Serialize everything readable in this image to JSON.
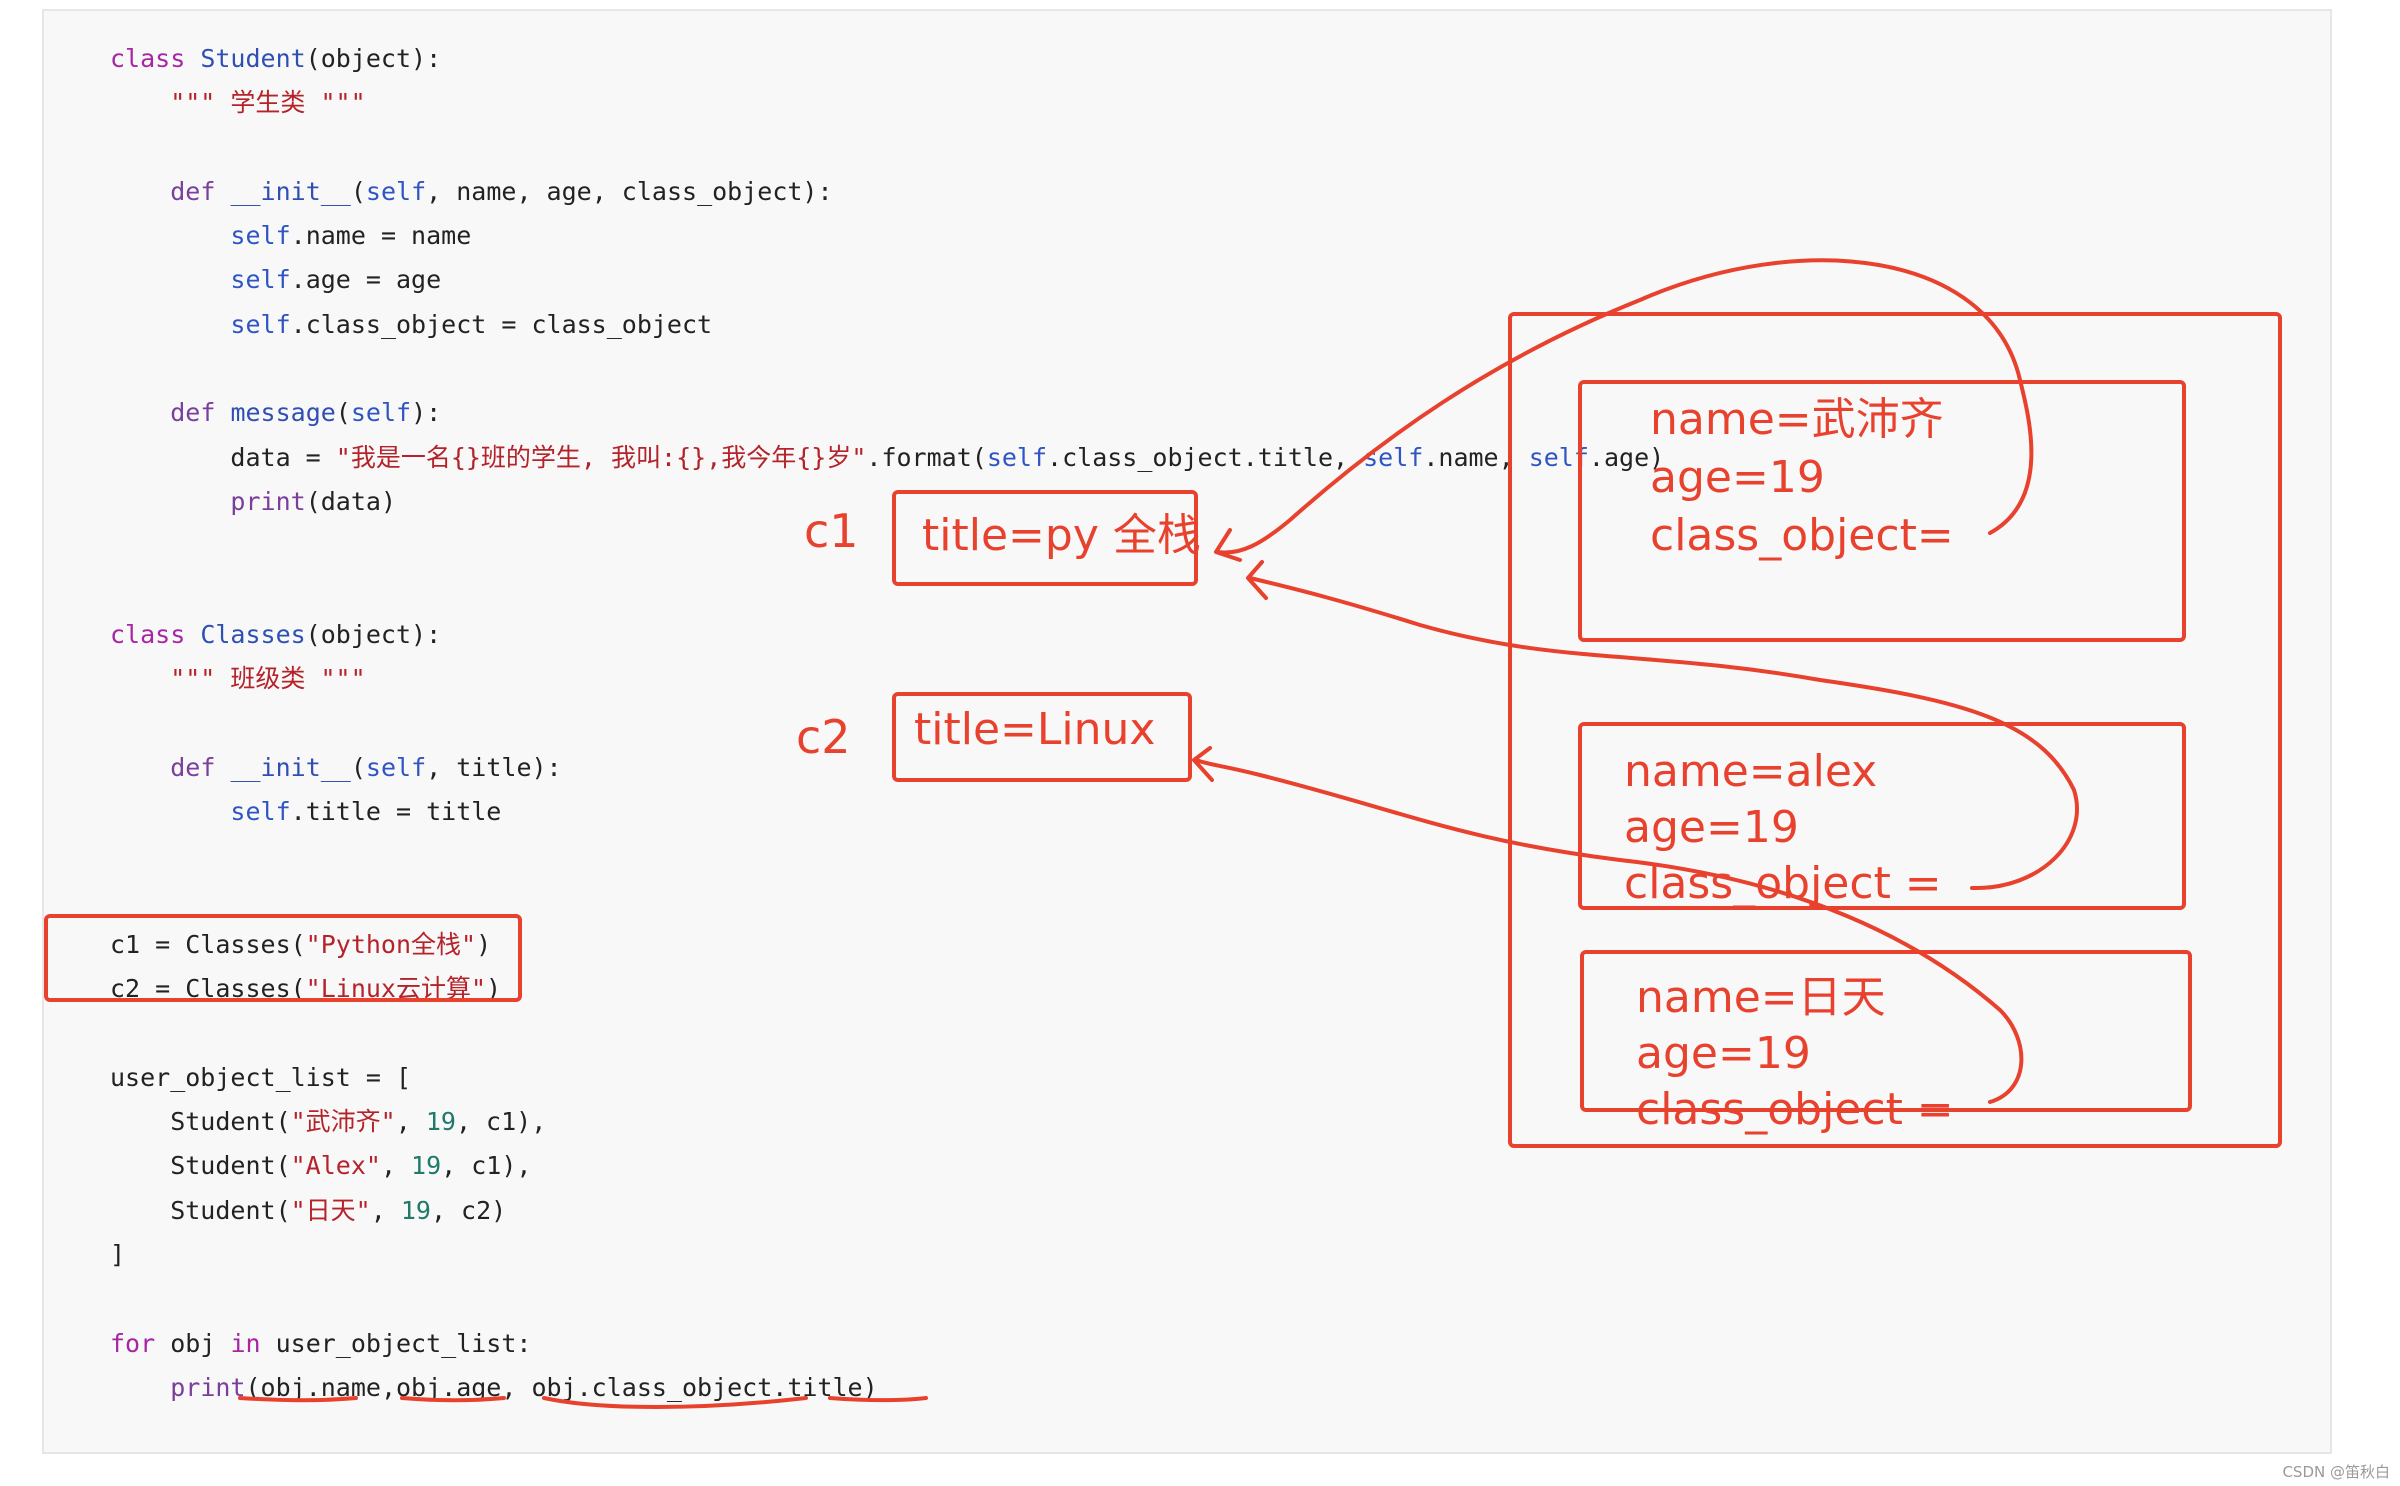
{
  "code_lines": [
    [
      {
        "t": "class ",
        "c": "kw"
      },
      {
        "t": "Student",
        "c": "cls"
      },
      {
        "t": "(object):",
        "c": "plain"
      }
    ],
    [
      {
        "t": "    \"\"\" 学生类 \"\"\"",
        "c": "str"
      }
    ],
    [],
    [
      {
        "t": "    ",
        "c": "plain"
      },
      {
        "t": "def ",
        "c": "def"
      },
      {
        "t": "__init__",
        "c": "fn"
      },
      {
        "t": "(",
        "c": "plain"
      },
      {
        "t": "self",
        "c": "self"
      },
      {
        "t": ", name, age, class_object):",
        "c": "plain"
      }
    ],
    [
      {
        "t": "        ",
        "c": "plain"
      },
      {
        "t": "self",
        "c": "self"
      },
      {
        "t": ".name = name",
        "c": "plain"
      }
    ],
    [
      {
        "t": "        ",
        "c": "plain"
      },
      {
        "t": "self",
        "c": "self"
      },
      {
        "t": ".age = age",
        "c": "plain"
      }
    ],
    [
      {
        "t": "        ",
        "c": "plain"
      },
      {
        "t": "self",
        "c": "self"
      },
      {
        "t": ".class_object = class_object",
        "c": "plain"
      }
    ],
    [],
    [
      {
        "t": "    ",
        "c": "plain"
      },
      {
        "t": "def ",
        "c": "def"
      },
      {
        "t": "message",
        "c": "fn"
      },
      {
        "t": "(",
        "c": "plain"
      },
      {
        "t": "self",
        "c": "self"
      },
      {
        "t": "):",
        "c": "plain"
      }
    ],
    [
      {
        "t": "        data = ",
        "c": "plain"
      },
      {
        "t": "\"我是一名{}班的学生, 我叫:{},我今年{}岁\"",
        "c": "str"
      },
      {
        "t": ".format(",
        "c": "plain"
      },
      {
        "t": "self",
        "c": "self"
      },
      {
        "t": ".class_object.title, ",
        "c": "plain"
      },
      {
        "t": "self",
        "c": "self"
      },
      {
        "t": ".name, ",
        "c": "plain"
      },
      {
        "t": "self",
        "c": "self"
      },
      {
        "t": ".age)",
        "c": "plain"
      }
    ],
    [
      {
        "t": "        ",
        "c": "plain"
      },
      {
        "t": "print",
        "c": "def"
      },
      {
        "t": "(data)",
        "c": "plain"
      }
    ],
    [],
    [],
    [
      {
        "t": "class ",
        "c": "kw"
      },
      {
        "t": "Classes",
        "c": "cls"
      },
      {
        "t": "(object):",
        "c": "plain"
      }
    ],
    [
      {
        "t": "    \"\"\" 班级类 \"\"\"",
        "c": "str"
      }
    ],
    [],
    [
      {
        "t": "    ",
        "c": "plain"
      },
      {
        "t": "def ",
        "c": "def"
      },
      {
        "t": "__init__",
        "c": "fn"
      },
      {
        "t": "(",
        "c": "plain"
      },
      {
        "t": "self",
        "c": "self"
      },
      {
        "t": ", title):",
        "c": "plain"
      }
    ],
    [
      {
        "t": "        ",
        "c": "plain"
      },
      {
        "t": "self",
        "c": "self"
      },
      {
        "t": ".title = title",
        "c": "plain"
      }
    ],
    [],
    [],
    [
      {
        "t": "c1 = Classes(",
        "c": "plain"
      },
      {
        "t": "\"Python全栈\"",
        "c": "str"
      },
      {
        "t": ")",
        "c": "plain"
      }
    ],
    [
      {
        "t": "c2 = Classes(",
        "c": "plain"
      },
      {
        "t": "\"Linux云计算\"",
        "c": "str"
      },
      {
        "t": ")",
        "c": "plain"
      }
    ],
    [],
    [
      {
        "t": "user_object_list = [",
        "c": "plain"
      }
    ],
    [
      {
        "t": "    Student(",
        "c": "plain"
      },
      {
        "t": "\"武沛齐\"",
        "c": "str"
      },
      {
        "t": ", ",
        "c": "plain"
      },
      {
        "t": "19",
        "c": "num"
      },
      {
        "t": ", c1),",
        "c": "plain"
      }
    ],
    [
      {
        "t": "    Student(",
        "c": "plain"
      },
      {
        "t": "\"Alex\"",
        "c": "str"
      },
      {
        "t": ", ",
        "c": "plain"
      },
      {
        "t": "19",
        "c": "num"
      },
      {
        "t": ", c1),",
        "c": "plain"
      }
    ],
    [
      {
        "t": "    Student(",
        "c": "plain"
      },
      {
        "t": "\"日天\"",
        "c": "str"
      },
      {
        "t": ", ",
        "c": "plain"
      },
      {
        "t": "19",
        "c": "num"
      },
      {
        "t": ", c2)",
        "c": "plain"
      }
    ],
    [
      {
        "t": "]",
        "c": "plain"
      }
    ],
    [],
    [
      {
        "t": "for ",
        "c": "kw"
      },
      {
        "t": "obj ",
        "c": "plain"
      },
      {
        "t": "in ",
        "c": "kw"
      },
      {
        "t": "user_object_list:",
        "c": "plain"
      }
    ],
    [
      {
        "t": "    ",
        "c": "plain"
      },
      {
        "t": "print",
        "c": "def"
      },
      {
        "t": "(obj.name,obj.age, obj.class_object.title)",
        "c": "plain"
      }
    ]
  ],
  "annotations": {
    "c1_label": "c1",
    "c2_label": "c2",
    "c1_object": "title=py 全栈",
    "c2_object": "title=Linux",
    "student1": {
      "name": "name=武沛齐",
      "age": "age=19",
      "class_object": "class_object="
    },
    "student2": {
      "name": "name=alex",
      "age": "age=19",
      "class_object": "class_object ="
    },
    "student3": {
      "name": "name=日天",
      "age": "age=19",
      "class_object": "class_object ="
    }
  },
  "watermark": "CSDN @笛秋白",
  "colors": {
    "annotation": "#e8412d",
    "panel_bg": "#f8f8f8"
  }
}
